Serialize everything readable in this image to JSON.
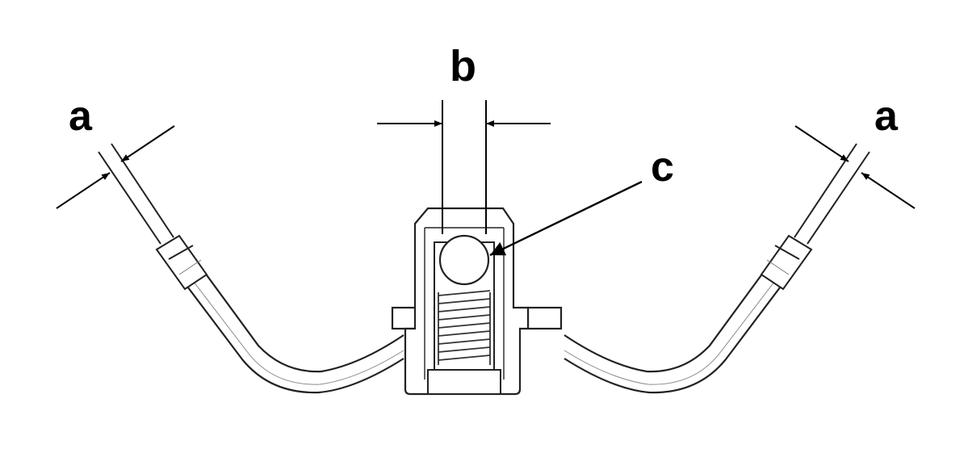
{
  "labels": {
    "left_a": "a",
    "right_a": "a",
    "center_b": "b",
    "valve_c": "c"
  },
  "colors": {
    "ink": "#000000",
    "line": "#222222",
    "fill": "#ffffff",
    "shade": "#eeeeee"
  }
}
